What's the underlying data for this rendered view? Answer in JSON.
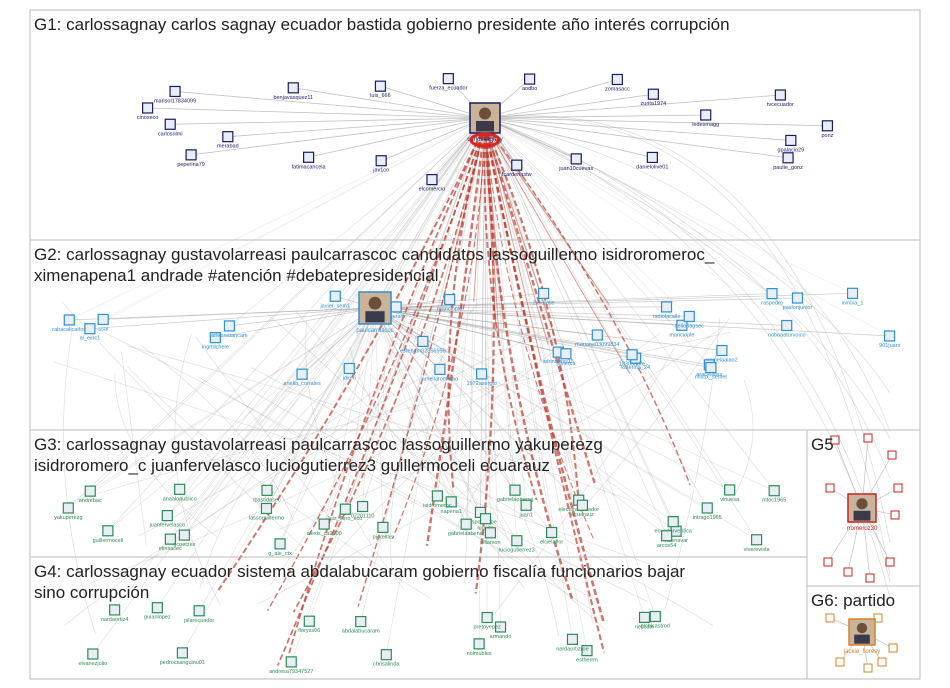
{
  "groups": [
    {
      "id": "G1",
      "label_lines": [
        "G1: carlossagnay carlos sagnay ecuador bastida gobierno presidente año interés corrupción"
      ]
    },
    {
      "id": "G2",
      "label_lines": [
        "G2: carlossagnay gustavolarreasi paulcarrascoc candidatos lassoguillermo isidroromeroc_",
        "ximenapena1 andrade #atención #debatepresidencial"
      ]
    },
    {
      "id": "G3",
      "label_lines": [
        "G3: carlossagnay gustavolarreasi paulcarrascoc lassoguillermo yakuperezg",
        "isidroromero_c juanfervelasco luciogutierrez3 guillermoceli ecuarauz"
      ]
    },
    {
      "id": "G4",
      "label_lines": [
        "G4: carlossagnay ecuador sistema abdalabucaram gobierno fiscalía funcionarios bajar",
        "sino corrupción"
      ]
    },
    {
      "id": "G5",
      "label_lines": [
        "G5"
      ]
    },
    {
      "id": "G6",
      "label_lines": [
        "G6: partido"
      ]
    }
  ],
  "colors": {
    "g1": "#1a1a66",
    "g2": "#2f8fd0",
    "g3": "#2e8b57",
    "g4": "#2e8b57",
    "g5": "#cc2222",
    "g6": "#d9822b",
    "edge": "#999999",
    "edge_red": "#c0392b",
    "hub_edge": "#dd2222"
  },
  "hubs": [
    {
      "label": "carlossagnay",
      "group": "g1"
    },
    {
      "label": "paulcarrascoc",
      "group": "g2"
    },
    {
      "label": "rromeroz30",
      "group": "g5"
    },
    {
      "label": "jackie_floresy",
      "group": "g6"
    }
  ],
  "nodes": {
    "g1": [
      "gpalacio29",
      "paulie_gonz",
      "danielolive01",
      "juan10cuevas",
      "fcardenastw",
      "elcomercio",
      "jav1co",
      "fatimacancela",
      "peperina79",
      "merabad",
      "carlosnlmi",
      "cinoxeco",
      "marisol17834099",
      "benjavasquez11",
      "luis_666",
      "fuerza_ecuador",
      "aodbo",
      "zomasacc",
      "zurita1974",
      "tvcecuador",
      "ledesmagg",
      "ponz"
    ],
    "g2": [
      "rabacalicarlos",
      "estebam82356959",
      "adrinmaxs15",
      "manciople",
      "raspedro",
      "al_einc1",
      "paslonjunior",
      "pamelaalao2",
      "noboaaturvoico",
      "aracelliaxx",
      "javierca",
      "anelia_corrales",
      "missx_semet",
      "mariane03099834",
      "deliorlagsec",
      "ingrtdchele",
      "arlennatancam",
      "1972asergio",
      "dijeram",
      "katerina_24",
      "xvnixa_1",
      "radiolacalle",
      "jdxeri",
      "javier_sem1",
      "amellaromatao",
      "2xxorelle",
      "ssal",
      "901juani",
      "1830andre",
      "manciople"
    ],
    "g3": [
      "crespodfelipe",
      "mtoc1965",
      "valenavar",
      "gabrielaortegaj",
      "ecuadorverifica",
      "gabrielaabenar",
      "pjorellas",
      "luquita",
      "vinuesa",
      "alexis_ca2000",
      "napena1",
      "lassoguillermo",
      "electoralecuador",
      "andrebac",
      "viverevista",
      "arcos54",
      "07201110",
      "g_ale_ctx",
      "guillermoceli",
      "yakuperezg",
      "luciogutierrez3",
      "ecuarauz",
      "juanfervelasco",
      "lbastidasec",
      "elinsacec",
      "anaalopublico",
      "villamon",
      "elcielaflor",
      "luis_flero_eco",
      "intrago1965",
      "juan1",
      "gcoetzes",
      "isidromeroc"
    ],
    "g4": [
      "andresa79347527",
      "estherrm",
      "nardaortizroe",
      "pedrocsanguinu01",
      "armando",
      "elvanezjulio",
      "abdalabucaram",
      "nardaortiz4",
      "pretoyepez",
      "chrisalinda",
      "floryss06",
      "plchlcastrod",
      "nolmubles",
      "riescote",
      "guianlopez",
      "pilarecuador"
    ],
    "g5": [
      "rromeroz30"
    ],
    "g6": [
      "jackie_floresy"
    ]
  }
}
